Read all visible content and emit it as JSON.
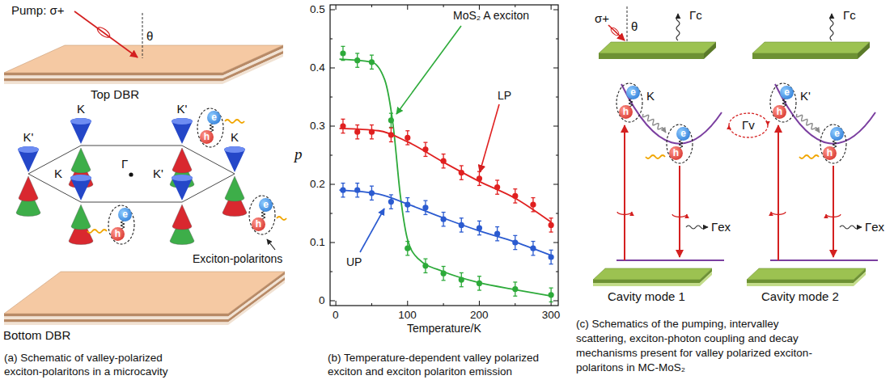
{
  "diagram": {
    "nodes": [
      {
        "text": [
          "Top DBR"
        ]
      },
      {
        "text": [
          "e",
          "h"
        ]
      },
      {
        "text": [
          "e",
          "h"
        ]
      },
      {
        "text": [
          "e",
          "h"
        ]
      },
      {
        "text": [
          "Bottom DBR"
        ]
      },
      {
        "text": [
          "e",
          "h"
        ]
      },
      {
        "text": [
          "e",
          "h"
        ]
      },
      {
        "text": [
          "e",
          "h"
        ]
      },
      {
        "text": [
          "e",
          "h"
        ]
      },
      {
        "text": [
          "Cavity mode 1"
        ]
      },
      {
        "text": [
          "Cavity mode 2"
        ]
      }
    ],
    "edges": [
      {
        "from": 5,
        "to": 6,
        "arrow": "to"
      },
      {
        "from": 7,
        "to": 8,
        "arrow": "to"
      }
    ],
    "labels": [
      "Pump: σ+",
      "θ",
      "K",
      "K'",
      "K'",
      "K",
      "K",
      "K'",
      "Γ",
      "Exciton-polaritons",
      "(a) Schematic of valley-polarized exciton-polaritons in a microcavity",
      "0.5",
      "0.4",
      "0.3",
      "0.2",
      "0.1",
      "0",
      "0",
      "100",
      "200",
      "300",
      "p",
      "MoS₂ A exciton",
      "LP",
      "UP",
      "Temperature/K",
      "(b) Temperature-dependent valley polarized exciton and exciton polariton emission",
      "σ+",
      "θ",
      "Γc",
      "Γc",
      "K",
      "K'",
      "Γv",
      "Γex",
      "Γex",
      "(c) Schematics of the pumping, intervalley scattering, exciton-photon coupling and decay mechanisms present for valley polarized exciton-polaritons in MC-MoS₂"
    ]
  }
}
